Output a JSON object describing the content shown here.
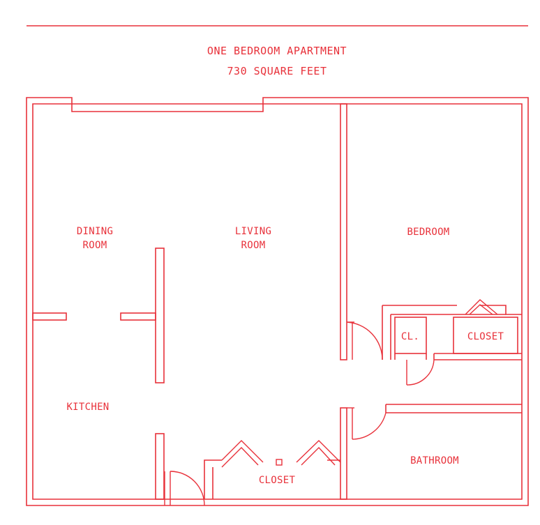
{
  "title": {
    "line1": "ONE BEDROOM APARTMENT",
    "line2": "730 SQUARE FEET"
  },
  "rooms": {
    "dining_line1": "DINING",
    "dining_line2": "ROOM",
    "living_line1": "LIVING",
    "living_line2": "ROOM",
    "bedroom": "BEDROOM",
    "closet_small": "CL.",
    "closet_bedroom": "CLOSET",
    "kitchen": "KITCHEN",
    "bathroom": "BATHROOM",
    "closet_hall": "CLOSET"
  },
  "colors": {
    "line": "#e8313a"
  }
}
